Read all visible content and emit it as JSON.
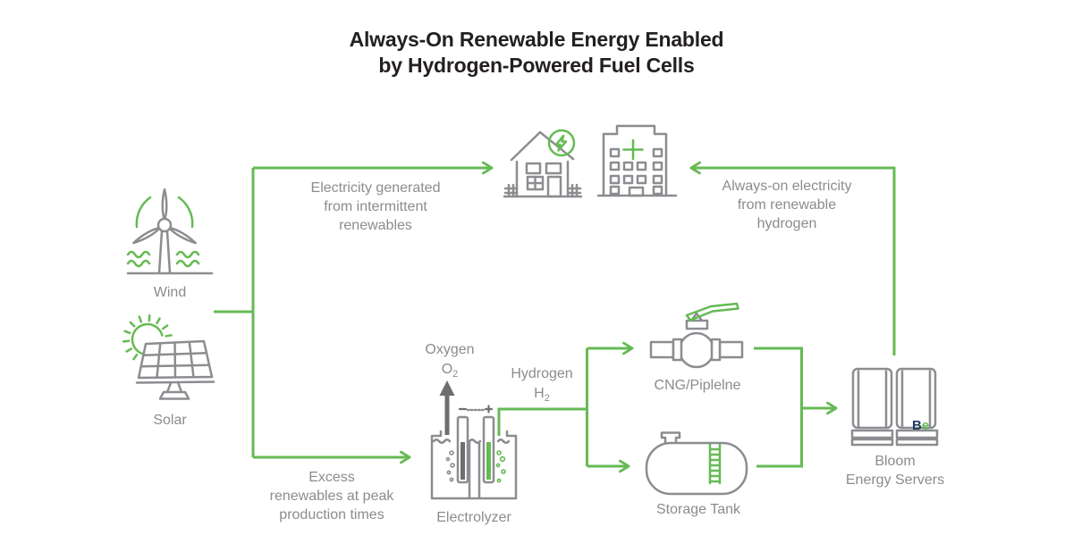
{
  "title": {
    "lines": [
      "Always-On Renewable Energy Enabled",
      "by Hydrogen-Powered Fuel Cells"
    ]
  },
  "colors": {
    "green": "#65ba54",
    "gray_text": "#8a8c8e",
    "gray_icon": "#8b8d90",
    "dark_gray": "#6d6e71",
    "title_color": "#231f20",
    "logo_navy": "#1f3a5f"
  },
  "nodes": {
    "wind": {
      "label": "Wind"
    },
    "solar": {
      "label": "Solar"
    },
    "electrolyzer": {
      "label": "Electrolyzer"
    },
    "cng_pipeline": {
      "label": "CNG/Piplelne"
    },
    "storage_tank": {
      "label": "Storage Tank"
    },
    "bloom_servers": {
      "label_lines": [
        "Bloom",
        "Energy Servers"
      ],
      "logo": {
        "b": "B",
        "e": "e"
      }
    }
  },
  "flows": {
    "oxygen": {
      "name": "Oxygen",
      "formula_base": "O",
      "formula_sub": "2"
    },
    "hydrogen": {
      "name": "Hydrogen",
      "formula_base": "H",
      "formula_sub": "2"
    }
  },
  "annotations": {
    "electricity_generated": {
      "lines": [
        "Electricity generated",
        "from intermittent",
        "renewables"
      ]
    },
    "always_on": {
      "lines": [
        "Always-on electricity",
        "from renewable",
        "hydrogen"
      ]
    },
    "excess_renewables": {
      "lines": [
        "Excess",
        "renewables at peak",
        "production times"
      ]
    }
  }
}
